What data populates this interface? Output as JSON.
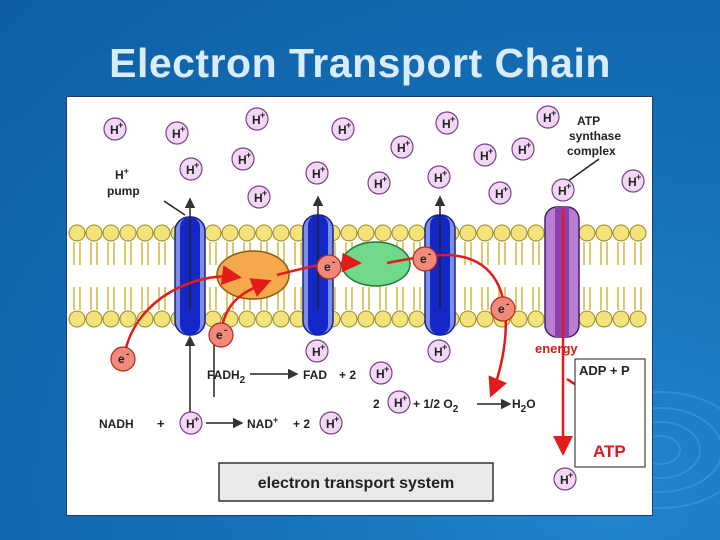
{
  "slide": {
    "title": "Electron Transport Chain"
  },
  "diagram": {
    "proton_symbol": "H",
    "proton_charge": "+",
    "electron_symbol": "e",
    "electron_charge": "-",
    "labels": {
      "h_pump_1": "H",
      "h_pump_sup": "+",
      "h_pump_2": "pump",
      "atp_synthase_1": "ATP",
      "atp_synthase_2": "synthase",
      "atp_synthase_3": "complex",
      "energy": "energy",
      "adp_p": "ADP + P",
      "atp": "ATP",
      "system": "electron transport system"
    },
    "reactions": {
      "fadh2": "FADH",
      "fadh2_sub": "2",
      "fad": "FAD",
      "plus_two_a": "+ 2",
      "two": "2",
      "half_o2": "+ 1/2 O",
      "o2_sub": "2",
      "h2o_h": "H",
      "h2o_sub": "2",
      "h2o_o": "O",
      "nadh": "NADH",
      "plus": "+",
      "nad": "NAD",
      "nad_sup": "+",
      "plus_two_b": "+ 2"
    }
  },
  "colors": {
    "proton_fill": "#f2d8f5",
    "proton_stroke": "#7a3f8a",
    "electron_fill": "#f28a7c",
    "electron_stroke": "#b22a1e",
    "arrow_red": "#e21b1b",
    "protein_blue": "#1428c8",
    "protein_light": "#7e8ee8",
    "carrier_orange": "#f6a94a",
    "carrier_green": "#72d98a",
    "atp_synthase": "#8b3fb0",
    "lipid_head": "#f3e37a"
  }
}
